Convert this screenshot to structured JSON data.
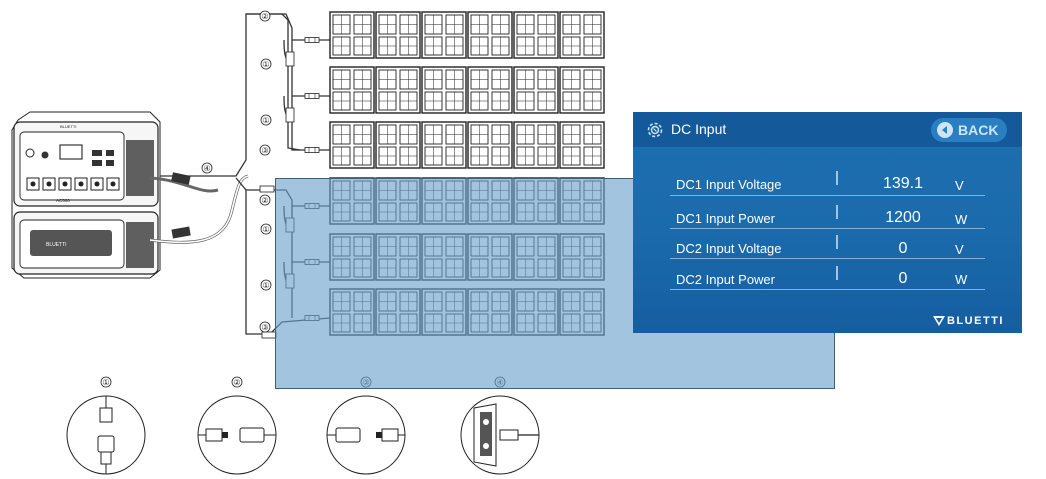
{
  "screen": {
    "title": "DC Input",
    "back_label": "BACK",
    "rows": [
      {
        "label": "DC1 Input Voltage",
        "value": "139.1",
        "unit": "V"
      },
      {
        "label": "DC1 Input Power",
        "value": "1200",
        "unit": "W"
      },
      {
        "label": "DC2 Input Voltage",
        "value": "0",
        "unit": "V"
      },
      {
        "label": "DC2 Input Power",
        "value": "0",
        "unit": "W"
      }
    ],
    "brand": "BLUETTI"
  },
  "device": {
    "upper_unit_label": "AC500",
    "lower_unit_brand": "BLUETTI",
    "upper_brand": "BLUETTI"
  },
  "callouts": {
    "wiring": [
      "②",
      "①",
      "①",
      "③",
      "④",
      "②",
      "①",
      "①",
      "③"
    ],
    "details": [
      "①",
      "②",
      "③",
      "④"
    ]
  },
  "colors": {
    "screen_bg": "#1a6aac",
    "screen_header": "#14599a",
    "overlay": "#6aa0c9"
  }
}
